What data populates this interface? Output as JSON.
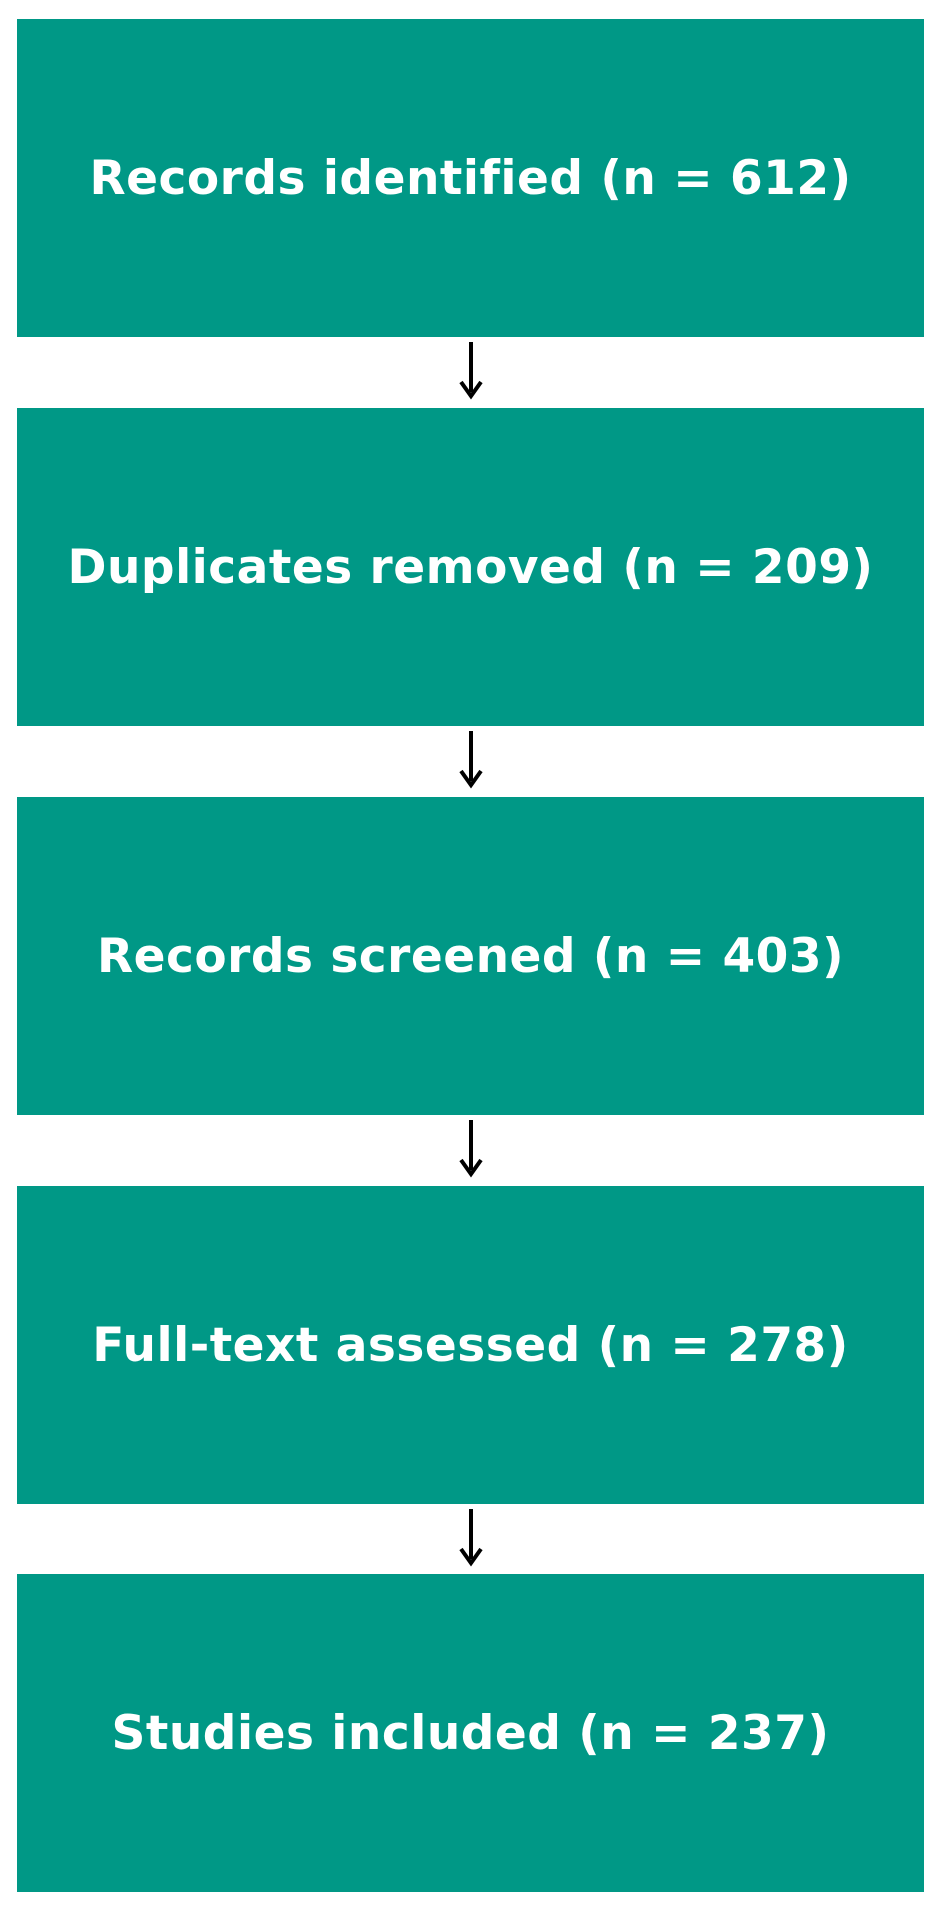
{
  "flowchart": {
    "steps": [
      {
        "label": "Records identified (n = 612)"
      },
      {
        "label": "Duplicates removed (n = 209)"
      },
      {
        "label": "Records screened (n = 403)"
      },
      {
        "label": "Full-text assessed (n = 278)"
      },
      {
        "label": "Studies included (n = 237)"
      }
    ],
    "box_color": "#009886",
    "text_color": "#ffffff",
    "arrow_color": "#000000"
  }
}
